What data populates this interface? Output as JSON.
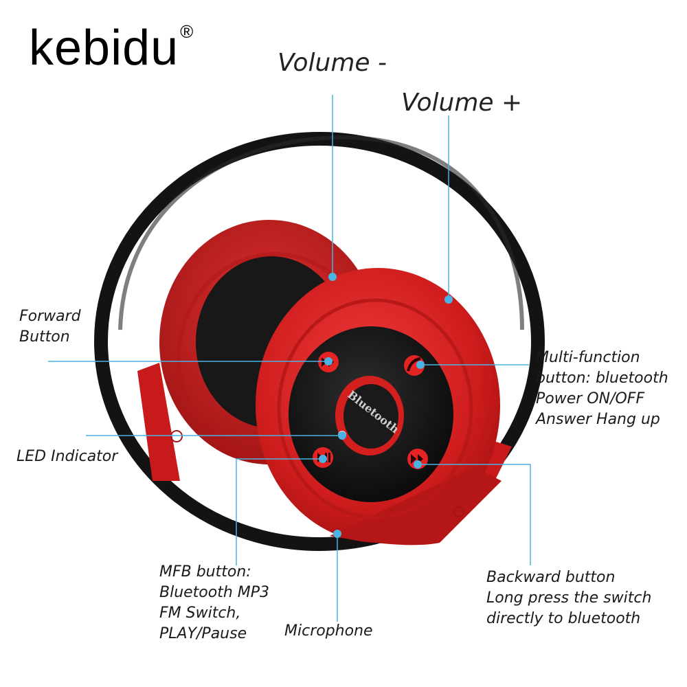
{
  "brand": {
    "name": "kebidu",
    "mark": "®"
  },
  "product": {
    "center_label": "Bluetooth"
  },
  "colors": {
    "shell": "#d41f1f",
    "pad": "#1b1b1b",
    "button": "#e32222",
    "callout": "#4ab3e3",
    "band": "#141414"
  },
  "callouts": {
    "volume_minus": "Volume -",
    "volume_plus": "Volume +",
    "forward": [
      "Forward",
      "Button"
    ],
    "led": "LED Indicator",
    "multi_function": [
      "Multi-function",
      "button: bluetooth",
      "Power ON/OFF",
      "Answer Hang up"
    ],
    "mfb": [
      "MFB button:",
      "Bluetooth MP3",
      "FM Switch,",
      "PLAY/Pause"
    ],
    "microphone": "Microphone",
    "backward": [
      "Backward button",
      "Long press the switch",
      "directly to bluetooth"
    ]
  }
}
